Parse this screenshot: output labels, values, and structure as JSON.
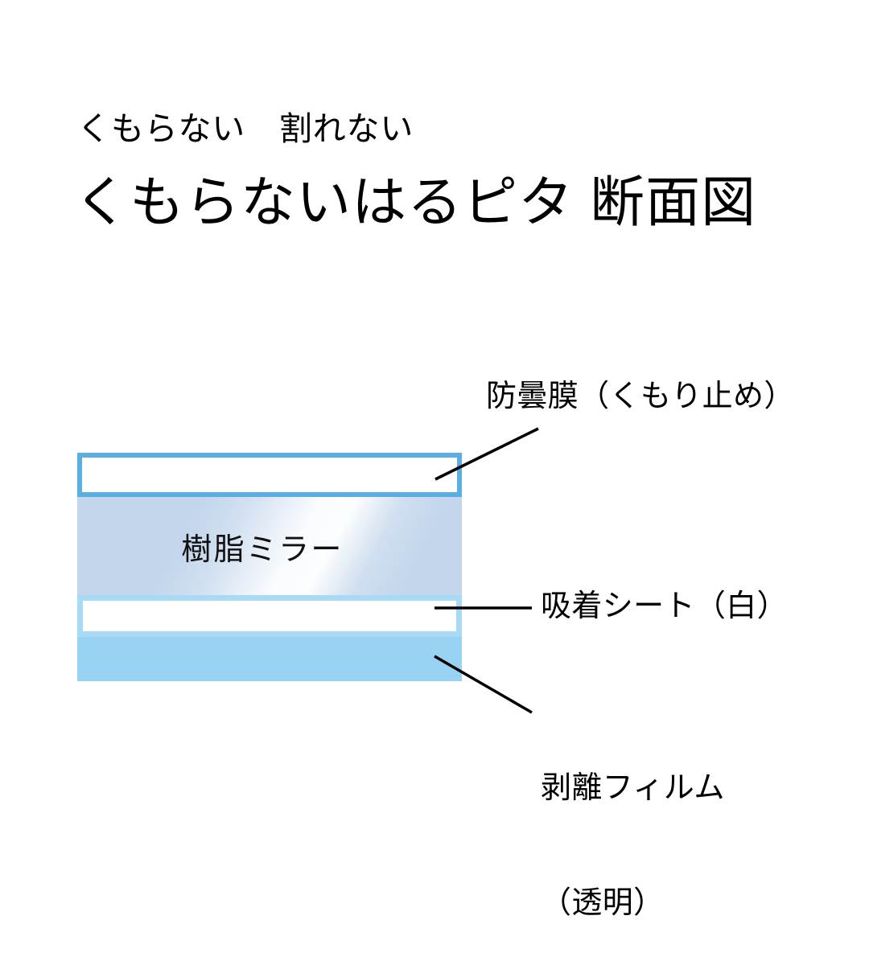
{
  "header": {
    "subtitle": "くもらない　割れない",
    "title": "くもらないはるピタ 断面図"
  },
  "diagram": {
    "name": "cross-section",
    "layers": [
      {
        "id": "antifog",
        "label": "防曇膜（くもり止め）",
        "fill": "#ffffff",
        "border": "#5baee2"
      },
      {
        "id": "mirror",
        "label": "樹脂ミラー",
        "fill": "#c3d6ec",
        "border": "#c3d6ec"
      },
      {
        "id": "adhesive",
        "label": "吸着シート（白）",
        "fill": "#ffffff",
        "border": "#a9daf5"
      },
      {
        "id": "release",
        "label": "剥離フィルム",
        "label_line2": "（透明）",
        "fill": "#98d3f4",
        "border": "#98d3f4"
      }
    ]
  },
  "colors": {
    "background": "#ffffff",
    "text": "#000000",
    "accent_blue": "#5baee2",
    "light_blue": "#98d3f4",
    "pale_blue": "#c3d6ec",
    "leader_line": "#000000"
  }
}
